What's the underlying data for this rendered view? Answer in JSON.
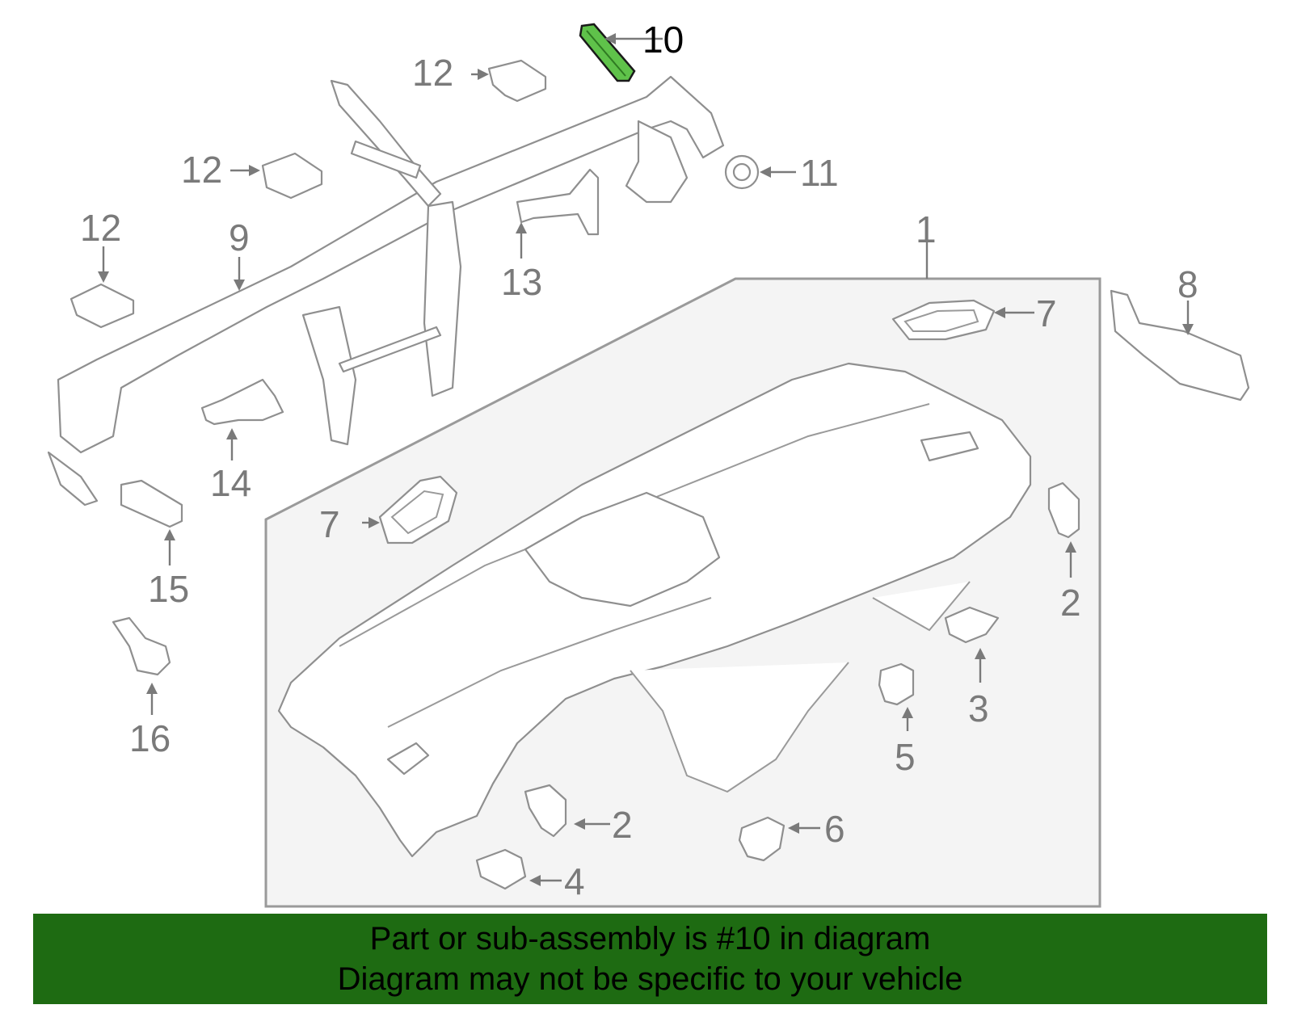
{
  "callouts": {
    "c1": "1",
    "c2a": "2",
    "c2b": "2",
    "c3": "3",
    "c4": "4",
    "c5": "5",
    "c6": "6",
    "c7a": "7",
    "c7b": "7",
    "c8": "8",
    "c9": "9",
    "c10": "10",
    "c11": "11",
    "c12a": "12",
    "c12b": "12",
    "c12c": "12",
    "c13": "13",
    "c14": "14",
    "c15": "15",
    "c16": "16"
  },
  "highlighted_part": "10",
  "colors": {
    "highlight": "#5fc24a",
    "banner": "#1e6b12",
    "line": "#8f8f8f",
    "panel": "#f4f4f4"
  },
  "banner": {
    "line1": "Part or sub-assembly is #10 in diagram",
    "line2": "Diagram may not be specific to your vehicle"
  }
}
